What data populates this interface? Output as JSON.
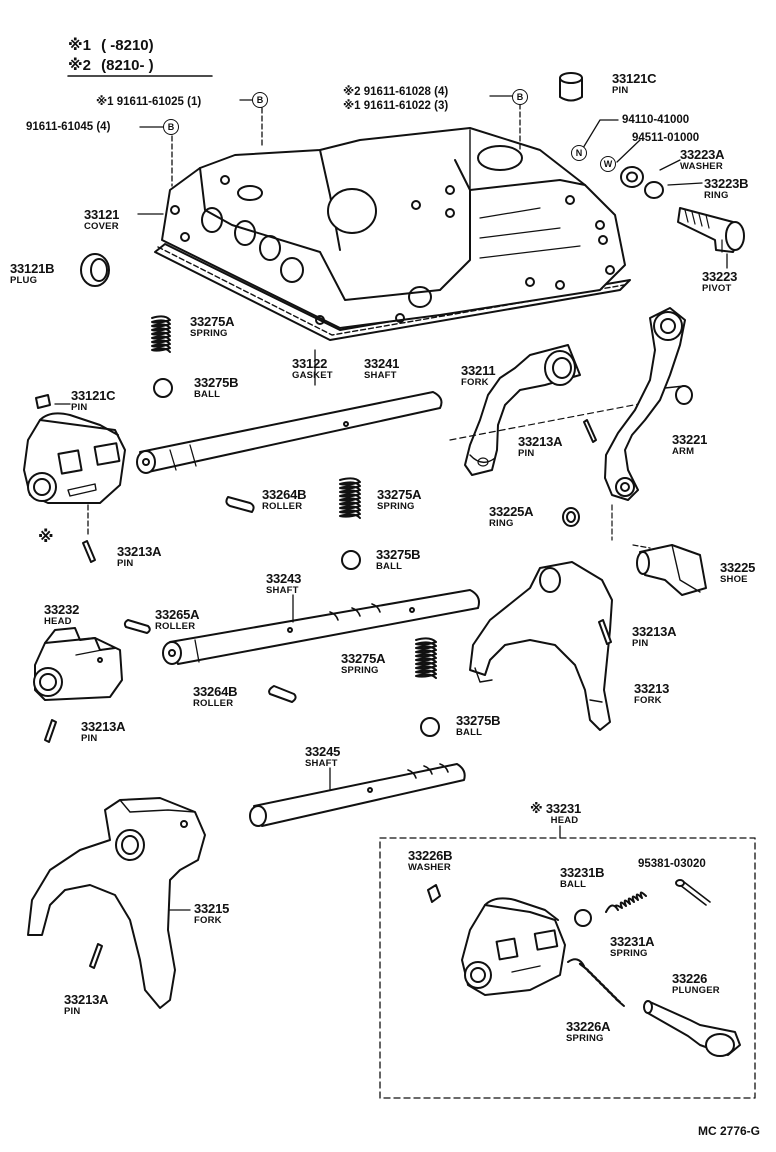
{
  "header": {
    "line1_mark": "※1",
    "line1_range": "(       -8210)",
    "line2_mark": "※2",
    "line2_range": "(8210-        )"
  },
  "refs": {
    "b1": "※1 91611-61025 (1)",
    "b2": "91611-61045 (4)",
    "b3a": "※2 91611-61028 (4)",
    "b3b": "※1 91611-61022 (3)",
    "n1": "94110-41000",
    "w1": "94511-01000",
    "c1": "95381-03020",
    "badge_b": "B",
    "badge_n": "N",
    "badge_w": "W"
  },
  "parts": {
    "p33121C_top": {
      "no": "33121C",
      "name": "PIN"
    },
    "p33223A": {
      "no": "33223A",
      "name": "WASHER"
    },
    "p33223B": {
      "no": "33223B",
      "name": "RING"
    },
    "p33121": {
      "no": "33121",
      "name": "COVER"
    },
    "p33121B": {
      "no": "33121B",
      "name": "PLUG"
    },
    "p33223": {
      "no": "33223",
      "name": "PIVOT"
    },
    "p33275A_1": {
      "no": "33275A",
      "name": "SPRING"
    },
    "p33122": {
      "no": "33122",
      "name": "GASKET"
    },
    "p33241": {
      "no": "33241",
      "name": "SHAFT"
    },
    "p33211": {
      "no": "33211",
      "name": "FORK"
    },
    "p33275B_1": {
      "no": "33275B",
      "name": "BALL"
    },
    "p33121C_2": {
      "no": "33121C",
      "name": "PIN"
    },
    "p33213A_1": {
      "no": "33213A",
      "name": "PIN"
    },
    "p33221": {
      "no": "33221",
      "name": "ARM"
    },
    "p33264B_1": {
      "no": "33264B",
      "name": "ROLLER"
    },
    "p33275A_2": {
      "no": "33275A",
      "name": "SPRING"
    },
    "p33225A": {
      "no": "33225A",
      "name": "RING"
    },
    "p33213A_2": {
      "no": "33213A",
      "name": "PIN"
    },
    "p33275B_2": {
      "no": "33275B",
      "name": "BALL"
    },
    "p33225": {
      "no": "33225",
      "name": "SHOE"
    },
    "p33232": {
      "no": "33232",
      "name": "HEAD"
    },
    "p33243": {
      "no": "33243",
      "name": "SHAFT"
    },
    "p33265A": {
      "no": "33265A",
      "name": "ROLLER"
    },
    "p33213A_3": {
      "no": "33213A",
      "name": "PIN"
    },
    "p33275A_3": {
      "no": "33275A",
      "name": "SPRING"
    },
    "p33213": {
      "no": "33213",
      "name": "FORK"
    },
    "p33264B_2": {
      "no": "33264B",
      "name": "ROLLER"
    },
    "p33213A_4": {
      "no": "33213A",
      "name": "PIN"
    },
    "p33275B_3": {
      "no": "33275B",
      "name": "BALL"
    },
    "p33245": {
      "no": "33245",
      "name": "SHAFT"
    },
    "p33231": {
      "no": "※ 33231",
      "name": "HEAD"
    },
    "p33226B": {
      "no": "33226B",
      "name": "WASHER"
    },
    "p33231B": {
      "no": "33231B",
      "name": "BALL"
    },
    "p33215": {
      "no": "33215",
      "name": "FORK"
    },
    "p33231A": {
      "no": "33231A",
      "name": "SPRING"
    },
    "p33226": {
      "no": "33226",
      "name": "PLUNGER"
    },
    "p33213A_5": {
      "no": "33213A",
      "name": "PIN"
    },
    "p33226A": {
      "no": "33226A",
      "name": "SPRING"
    }
  },
  "marks": {
    "asterisk_head": "※"
  },
  "footer": {
    "code": "MC  2776-G"
  }
}
